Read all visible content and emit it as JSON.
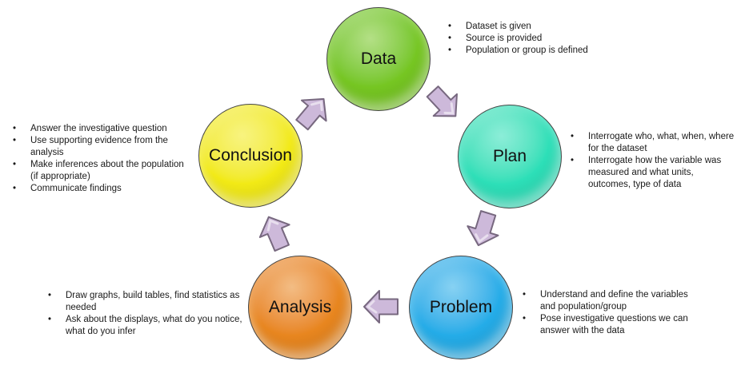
{
  "diagram": {
    "arrow_fill": "#cdb9da",
    "arrow_stroke": "#77687f",
    "circle_outline": "#454545",
    "stages": [
      {
        "label": "Data",
        "color": "#76c622",
        "bullets": [
          "Dataset is given",
          "Source is provided",
          "Population or group is defined"
        ]
      },
      {
        "label": "Plan",
        "color": "#2ddfb8",
        "bullets": [
          "Interrogate who, what, when, where for the dataset",
          "Interrogate how the variable was measured and what units, outcomes, type of data"
        ]
      },
      {
        "label": "Problem",
        "color": "#24ace8",
        "bullets": [
          "Understand and define the variables and population/group",
          "Pose investigative questions we can answer with the data"
        ]
      },
      {
        "label": "Analysis",
        "color": "#e8861f",
        "bullets": [
          "Draw graphs, build tables, find statistics as needed",
          "Ask about the displays, what do you notice, what do you infer"
        ]
      },
      {
        "label": "Conclusion",
        "color": "#f2ea16",
        "bullets": [
          "Answer the investigative question",
          "Use supporting evidence from the analysis",
          "Make inferences about the population (if appropriate)",
          "Communicate findings"
        ]
      }
    ]
  }
}
